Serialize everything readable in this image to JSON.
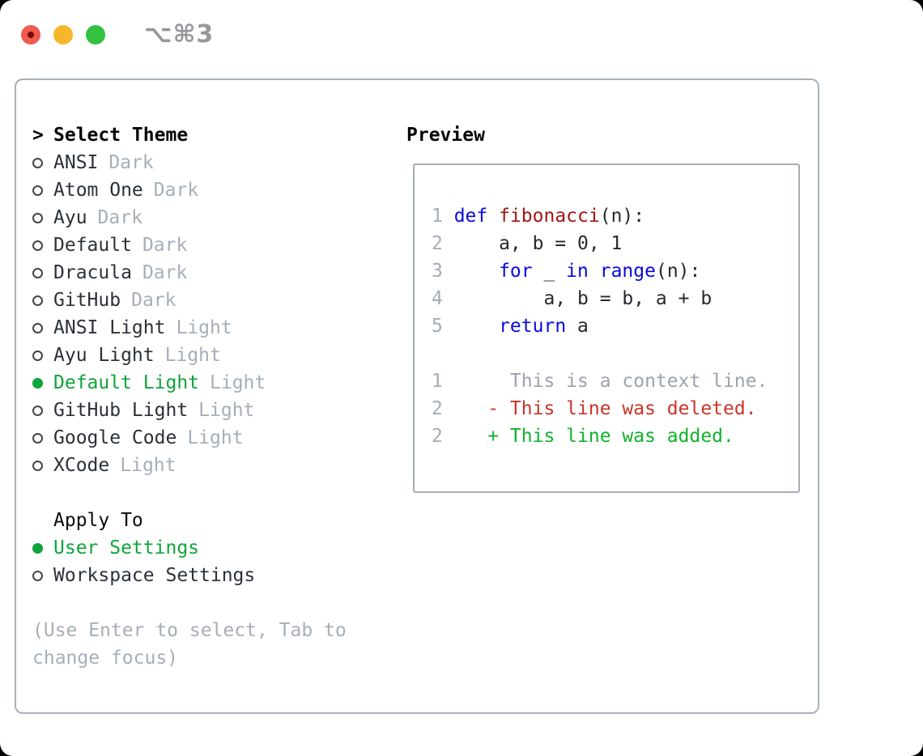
{
  "window": {
    "shortcut_label": "⌥⌘3"
  },
  "colors": {
    "accent_green": "#0DA53A",
    "diff_green": "#0FB32A",
    "diff_red": "#C9342A",
    "keyword_blue": "#0A0ADF",
    "function_red": "#A31515",
    "text_dark": "#24292E",
    "muted": "#9BA3AE",
    "traffic_close": "#F05B50",
    "traffic_close_dot": "#7A0B07",
    "traffic_minimize": "#F6B62B",
    "traffic_zoom": "#34C13F"
  },
  "theme_selector": {
    "prompt": ">",
    "title": "Select Theme",
    "items": [
      {
        "label": "ANSI",
        "variant": "Dark",
        "selected": false
      },
      {
        "label": "Atom One",
        "variant": "Dark",
        "selected": false
      },
      {
        "label": "Ayu",
        "variant": "Dark",
        "selected": false
      },
      {
        "label": "Default",
        "variant": "Dark",
        "selected": false
      },
      {
        "label": "Dracula",
        "variant": "Dark",
        "selected": false
      },
      {
        "label": "GitHub",
        "variant": "Dark",
        "selected": false
      },
      {
        "label": "ANSI Light",
        "variant": "Light",
        "selected": false
      },
      {
        "label": "Ayu Light",
        "variant": "Light",
        "selected": false
      },
      {
        "label": "Default Light",
        "variant": "Light",
        "selected": true
      },
      {
        "label": "GitHub Light",
        "variant": "Light",
        "selected": false
      },
      {
        "label": "Google Code",
        "variant": "Light",
        "selected": false
      },
      {
        "label": "XCode",
        "variant": "Light",
        "selected": false
      }
    ]
  },
  "apply_to": {
    "title": "Apply To",
    "options": [
      {
        "label": "User Settings",
        "selected": true
      },
      {
        "label": "Workspace Settings",
        "selected": false
      }
    ]
  },
  "hint": "(Use Enter to select, Tab to change focus)",
  "preview": {
    "title": "Preview",
    "lines": [
      {
        "num": "1",
        "segments": [
          {
            "text": "def",
            "color": "keyword"
          },
          {
            "text": " ",
            "color": "plain"
          },
          {
            "text": "fibonacci",
            "color": "function"
          },
          {
            "text": "(n):",
            "color": "plain"
          }
        ]
      },
      {
        "num": "2",
        "segments": [
          {
            "text": "    a, b = 0, 1",
            "color": "plain"
          }
        ]
      },
      {
        "num": "3",
        "segments": [
          {
            "text": "    ",
            "color": "plain"
          },
          {
            "text": "for",
            "color": "keyword"
          },
          {
            "text": " _ ",
            "color": "plain"
          },
          {
            "text": "in",
            "color": "keyword"
          },
          {
            "text": " ",
            "color": "plain"
          },
          {
            "text": "range",
            "color": "keyword"
          },
          {
            "text": "(n):",
            "color": "plain"
          }
        ]
      },
      {
        "num": "4",
        "segments": [
          {
            "text": "        a, b = b, a + b",
            "color": "plain"
          }
        ]
      },
      {
        "num": "5",
        "segments": [
          {
            "text": "    ",
            "color": "plain"
          },
          {
            "text": "return",
            "color": "keyword"
          },
          {
            "text": " a",
            "color": "plain"
          }
        ]
      },
      {
        "num": "",
        "segments": []
      },
      {
        "num": "1",
        "segments": [
          {
            "text": "     This is a context line.",
            "color": "context"
          }
        ]
      },
      {
        "num": "2",
        "segments": [
          {
            "text": "   - This line was deleted.",
            "color": "deleted"
          }
        ]
      },
      {
        "num": "2",
        "segments": [
          {
            "text": "   + This line was added.",
            "color": "added"
          }
        ]
      }
    ]
  }
}
